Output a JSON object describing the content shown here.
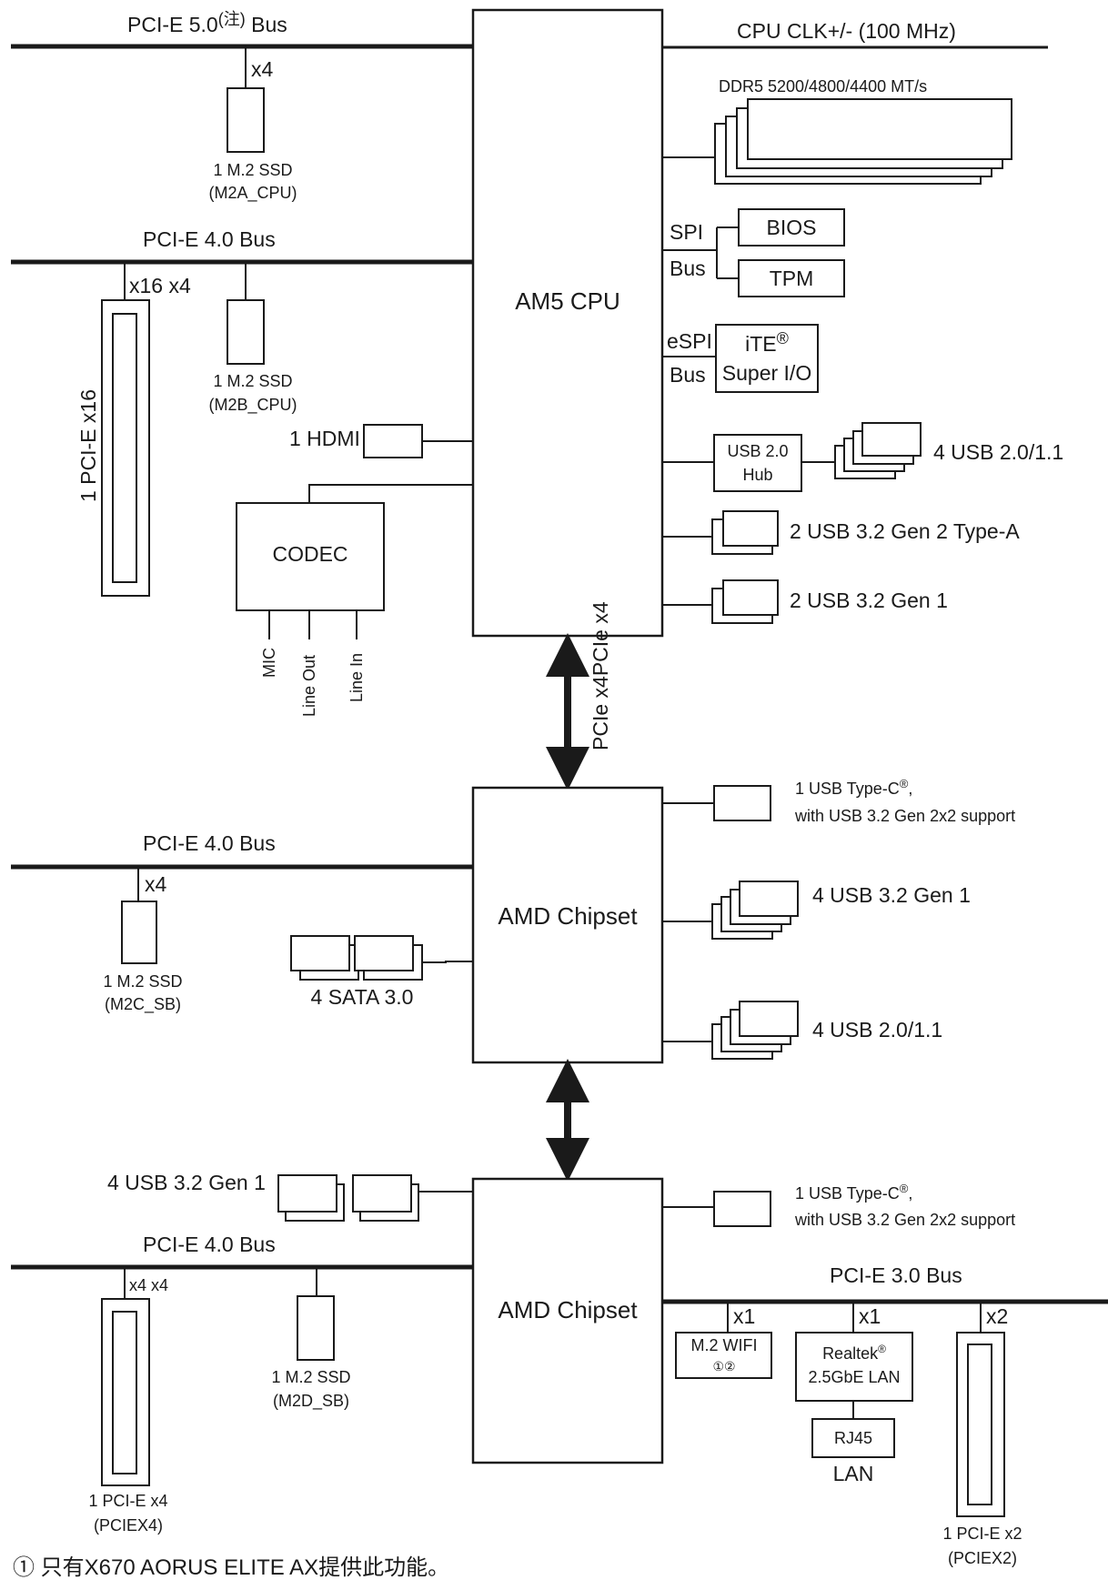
{
  "colors": {
    "line": "#1a1a1a",
    "background": "#ffffff"
  },
  "chips": {
    "cpu": "AM5 CPU",
    "chipset_1": "AMD Chipset",
    "chipset_2": "AMD Chipset",
    "codec": "CODEC"
  },
  "buses": {
    "pcie5_prefix": "PCI-E 5.0",
    "pcie5_note": "(注)",
    "pcie5_suffix": " Bus",
    "pcie4_cpu": "PCI-E 4.0 Bus",
    "pcie4_chipset1": "PCI-E 4.0 Bus",
    "pcie4_chipset2": "PCI-E 4.0 Bus",
    "pcie3": "PCI-E 3.0 Bus",
    "cpu_clk": "CPU CLK+/- (100 MHz)",
    "ddr5": "DDR5 5200/4800/4400 MT/s",
    "spi": "SPI",
    "spi_bus": "Bus",
    "espi": "eSPI",
    "espi_bus": "Bus",
    "link_cpu_chipset": "PCIe x4PCIe x4"
  },
  "lane_labels": {
    "m2a": "x4",
    "pcie_x16": "x16 x4",
    "m2c": "x4",
    "pciex4": "x4 x4",
    "wifi": "x1",
    "lan": "x1",
    "pciex2": "x2"
  },
  "cpu_devices": {
    "m2a_line1": "1 M.2 SSD",
    "m2a_line2": "(M2A_CPU)",
    "m2b_line1": "1 M.2 SSD",
    "m2b_line2": "(M2B_CPU)",
    "pcie_x16_slot": "1 PCI-E x16",
    "hdmi": "1 HDMI",
    "bios": "BIOS",
    "tpm": "TPM",
    "ite_line1": "iTE",
    "ite_reg": "®",
    "ite_line2": "Super I/O",
    "usb_hub_line1": "USB 2.0",
    "usb_hub_line2": "Hub",
    "usb20_cpu": "4 USB 2.0/1.1",
    "usb_gen2_typea": "2 USB 3.2 Gen 2 Type-A",
    "usb_gen1_cpu": "2 USB 3.2 Gen 1",
    "audio_mic": "MIC",
    "audio_line_out": "Line Out",
    "audio_line_in": "Line In"
  },
  "chipset1_devices": {
    "typec_line1": "1 USB Type-C",
    "typec_reg": "®",
    "typec_comma": ",",
    "typec_line2": "with USB 3.2 Gen 2x2 support",
    "usb_gen1": "4 USB 3.2 Gen 1",
    "usb20": "4 USB 2.0/1.1",
    "m2c_line1": "1 M.2 SSD",
    "m2c_line2": "(M2C_SB)",
    "sata": "4 SATA 3.0"
  },
  "chipset2_devices": {
    "usb_gen1": "4 USB 3.2 Gen 1",
    "typec_line1": "1 USB Type-C",
    "typec_reg": "®",
    "typec_comma": ",",
    "typec_line2": "with USB 3.2 Gen 2x2 support",
    "pciex4_line1": "1 PCI-E x4",
    "pciex4_line2": "(PCIEX4)",
    "m2d_line1": "1 M.2 SSD",
    "m2d_line2": "(M2D_SB)",
    "wifi_line1": "M.2 WIFI",
    "wifi_line2": "①②",
    "lan_line1": "Realtek",
    "lan_reg": "®",
    "lan_line2": "2.5GbE LAN",
    "rj45": "RJ45",
    "lan_label": "LAN",
    "pciex2_line1": "1 PCI-E x2",
    "pciex2_line2": "(PCIEX2)"
  },
  "footnote": "①  只有X670 AORUS ELITE AX提供此功能。"
}
